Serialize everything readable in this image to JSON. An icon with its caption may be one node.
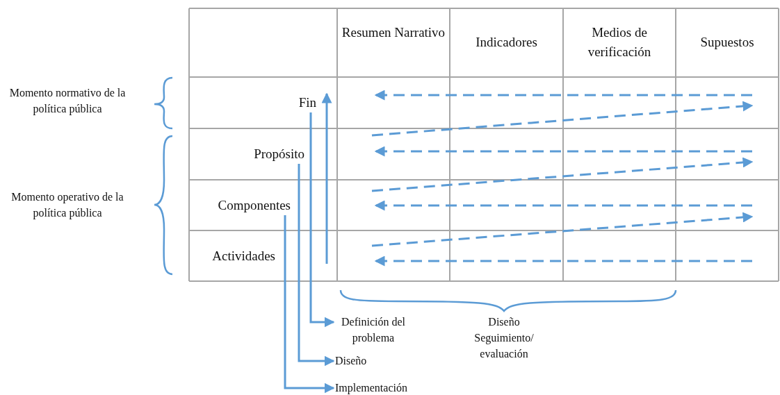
{
  "diagram": {
    "nodes": [
      {
        "text": [
          "Fin"
        ]
      },
      {
        "text": [
          "Propósito"
        ]
      },
      {
        "text": [
          "Componentes"
        ]
      },
      {
        "text": [
          "Actividades"
        ]
      },
      {
        "text": [
          "Definición del problema"
        ]
      },
      {
        "text": [
          "Diseño"
        ]
      },
      {
        "text": [
          "Implementación"
        ]
      }
    ],
    "edges": [
      {
        "from": 0,
        "to": 4,
        "arrow": "to"
      },
      {
        "from": 1,
        "to": 5,
        "arrow": "to"
      },
      {
        "from": 2,
        "to": 6,
        "arrow": "to"
      }
    ],
    "labels": [
      "Resumen Narrativo",
      "Indicadores",
      "Medios de verificación",
      "Supuestos",
      "Momento normativo de la política pública",
      "Momento operativo de la política pública",
      "Diseño Seguimiento/ evaluación"
    ]
  }
}
